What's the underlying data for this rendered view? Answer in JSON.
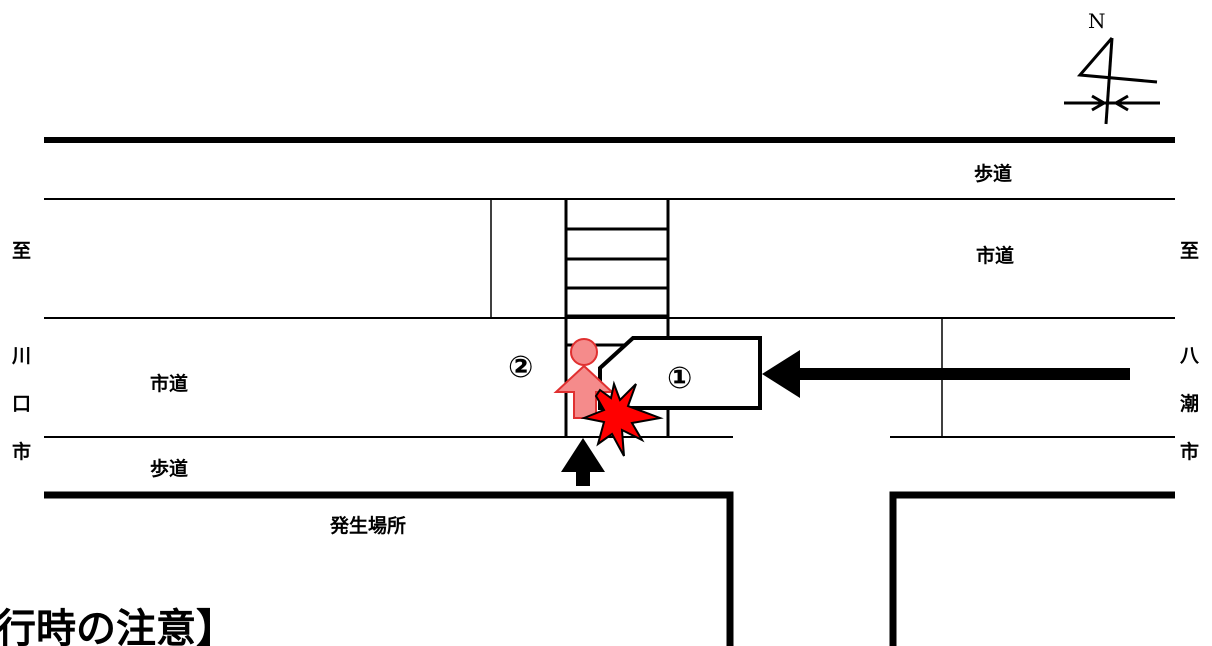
{
  "compass": {
    "north_label": "N"
  },
  "labels": {
    "sidewalk_top": "歩道",
    "sidewalk_bottom": "歩道",
    "road_main": "市道",
    "road_upper_right": "市道",
    "location": "発生場所",
    "left_destination": [
      "至",
      "川",
      "口",
      "市"
    ],
    "right_destination": [
      "至",
      "八",
      "潮",
      "市"
    ]
  },
  "parties": {
    "vehicle": "①",
    "pedestrian": "②"
  },
  "heading_partial": "行時の注意】",
  "colors": {
    "line": "#000000",
    "pedestrian_fill": "#f58b8b",
    "pedestrian_stroke": "#e03030",
    "impact_fill": "#ff0000",
    "impact_stroke": "#000000"
  }
}
